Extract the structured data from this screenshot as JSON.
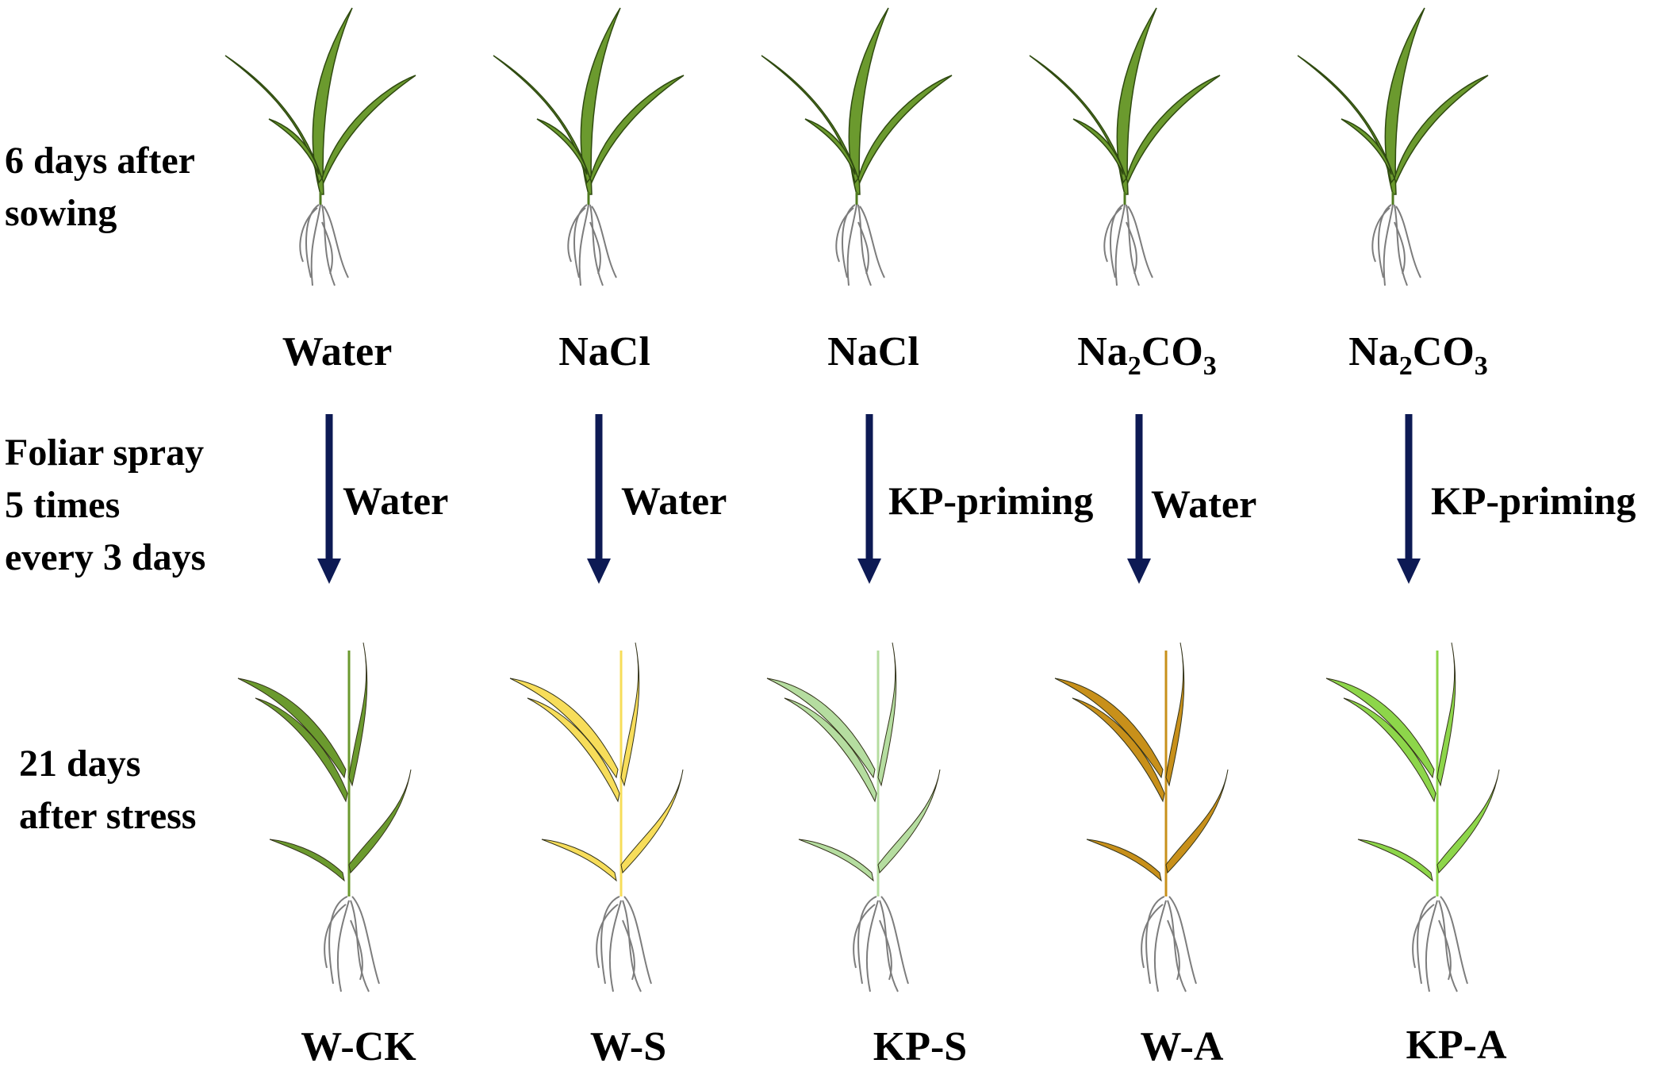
{
  "stages": {
    "sowing": [
      "6 days after",
      "sowing"
    ],
    "spray": [
      "Foliar spray",
      "5 times",
      "every 3 days"
    ],
    "stress": [
      "21 days",
      "after stress"
    ]
  },
  "columns": [
    {
      "treatment": "Water",
      "treatment_sub": "",
      "treatment_tail": "",
      "spray": "Water",
      "group": "W-CK",
      "leaf_color": "#6b9a2e",
      "stem_color": "#4f7a1f"
    },
    {
      "treatment": "NaCl",
      "treatment_sub": "",
      "treatment_tail": "",
      "spray": "Water",
      "group": "W-S",
      "leaf_color": "#f7dd5a",
      "stem_color": "#e6c93a"
    },
    {
      "treatment": "NaCl",
      "treatment_sub": "",
      "treatment_tail": "",
      "spray": "KP-priming",
      "group": "KP-S",
      "leaf_color": "#b5dda0",
      "stem_color": "#a6d08e"
    },
    {
      "treatment": "Na",
      "treatment_sub": "2",
      "treatment_tail": "CO3",
      "spray": "Water",
      "group": "W-A",
      "leaf_color": "#c8901a",
      "stem_color": "#b07d12"
    },
    {
      "treatment": "Na",
      "treatment_sub": "2",
      "treatment_tail": "CO3",
      "spray": "KP-priming",
      "group": "KP-A",
      "leaf_color": "#8dd64a",
      "stem_color": "#7cc63c"
    }
  ],
  "colors": {
    "young_leaf": "#6b9a2e",
    "arrow": "#0d1a54",
    "root": "#7d7d7d"
  }
}
